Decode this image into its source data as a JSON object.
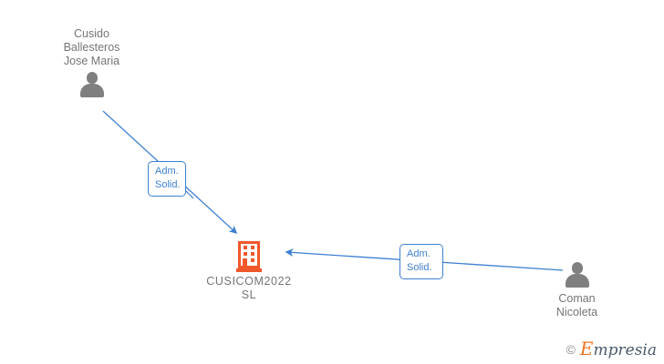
{
  "diagram": {
    "type": "relationship-graph",
    "title": "CUSICOM2022 SL company relationships",
    "colors": {
      "edge": "#3d7fd1",
      "label_text": "#3d7fd1",
      "person": "#7f7f7f",
      "company": "#f0582b",
      "node_text": "#757575",
      "background": "#ffffff"
    },
    "nodes": [
      {
        "id": "person-left",
        "kind": "person",
        "name": "Cusido\nBallesteros\nJose Maria",
        "icon": "person-icon"
      },
      {
        "id": "company",
        "kind": "company",
        "name": "CUSICOM2022\nSL",
        "icon": "building-icon"
      },
      {
        "id": "person-right",
        "kind": "person",
        "name": "Coman\nNicoleta",
        "icon": "person-icon"
      }
    ],
    "edges": [
      {
        "id": "edge-left",
        "from": "person-left",
        "to": "company",
        "label": "Adm.\nSolid.",
        "direction": "to-company"
      },
      {
        "id": "edge-right",
        "from": "person-right",
        "to": "company",
        "label": "Adm.\nSolid.",
        "direction": "to-company"
      }
    ]
  },
  "watermark": {
    "copyright": "©",
    "brand_initial": "E",
    "brand_rest": "mpresia"
  }
}
